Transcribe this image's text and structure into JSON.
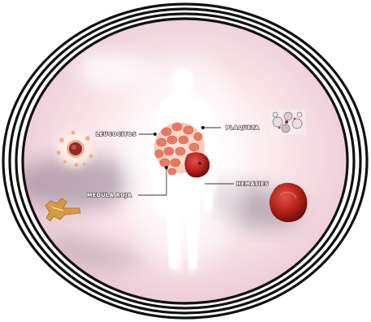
{
  "diagram": {
    "labels": {
      "leucocitos": "LEUCOCITOS",
      "plaqueta": "PLAQUETA",
      "medula_roja": "MEDULA ROJA",
      "hematies": "HEMATIES"
    },
    "colors": {
      "ring": "#111111",
      "background_glow": "#f7dfe6",
      "shadow": "#8f8090",
      "body": "#ffffff",
      "red_cell": "#e8705a",
      "dark_red": "#b8261c",
      "connector": "#333333"
    }
  }
}
